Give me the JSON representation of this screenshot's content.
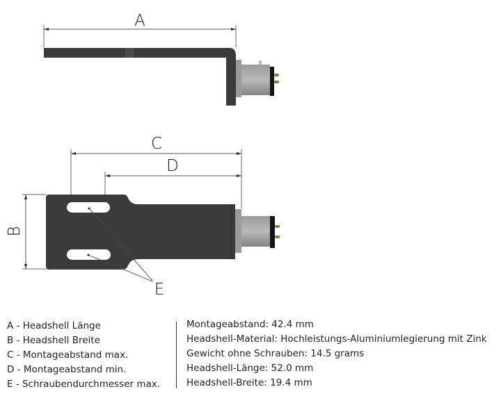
{
  "diagram": {
    "labels": {
      "a": "A",
      "b": "B",
      "c": "C",
      "d": "D",
      "e": "E"
    }
  },
  "legend": {
    "dimensions": [
      "A - Headshell Länge",
      "B - Headshell Breite",
      "C - Montageabstand max.",
      "D - Montageabstand min.",
      "E - Schraubendurchmesser max."
    ],
    "specs": [
      "Montageabstand: 42.4 mm",
      "Headshell-Material: Hochleistungs-Aluminiumlegierung mit Zink",
      "Gewicht ohne Schrauben: 14.5 grams",
      "Headshell-Länge: 52.0 mm",
      "Headshell-Breite: 19.4 mm"
    ]
  },
  "colors": {
    "body": "#3a3b3d",
    "connector": "#8c8d8f",
    "dimension": "#444444"
  }
}
